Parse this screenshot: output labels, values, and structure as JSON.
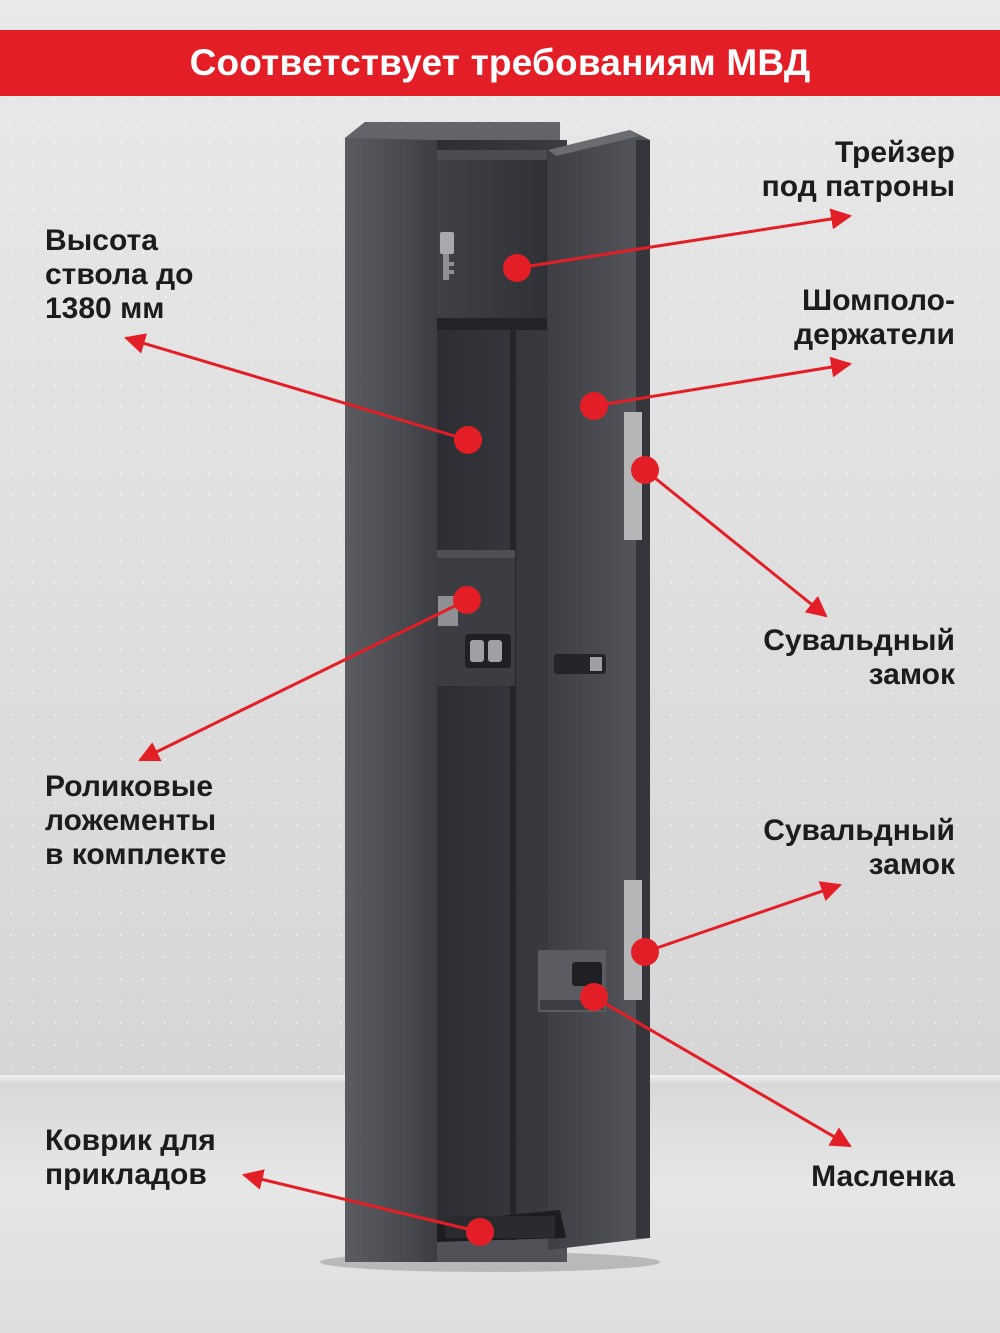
{
  "banner": {
    "text": "Соответствует требованиям МВД"
  },
  "labels": {
    "treizer": "Трейзер\nпод патроны",
    "barrel_height": "Высота\nствола до\n1380 мм",
    "rod_holders": "Шомполо-\nдержатели",
    "lock_top": "Сувальдный\nзамок",
    "roller_lodgments": "Роликовые\nложементы\nв комплекте",
    "lock_bottom": "Сувальдный\nзамок",
    "butt_mat": "Коврик для\nприкладов",
    "oiler": "Масленка"
  },
  "colors": {
    "accent": "#e41e26",
    "safe_body": "#4a4c51",
    "safe_inner": "#2f3136"
  }
}
